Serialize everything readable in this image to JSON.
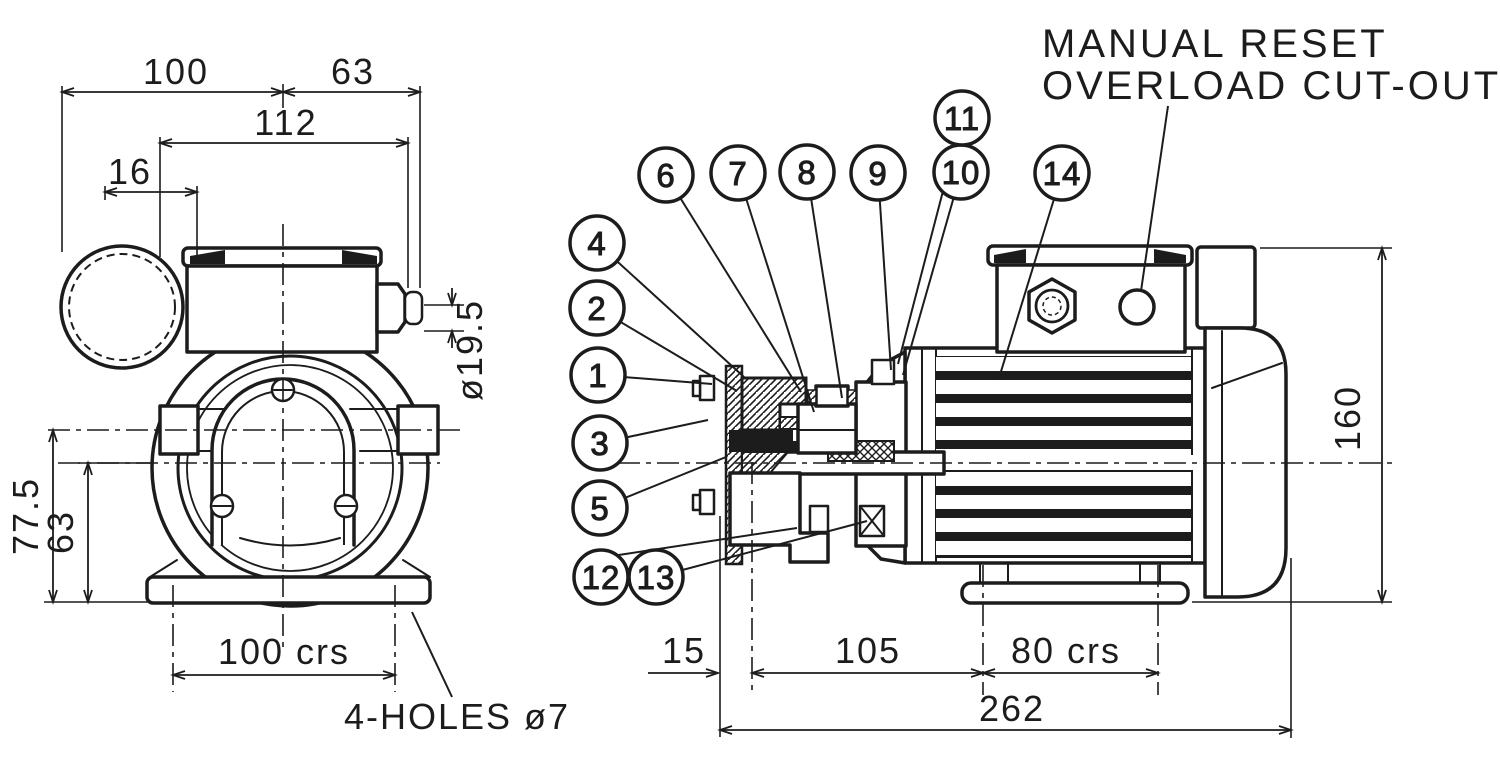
{
  "annotation": {
    "line1": "MANUAL RESET",
    "line2": "OVERLOAD CUT-OUT"
  },
  "front_view": {
    "dim_overhang": "100",
    "dim_box_offset": "63",
    "dim_box_width": "112",
    "dim_lid": "16",
    "dim_gland_dia": "ø19.5",
    "dim_port_height": "77.5",
    "dim_shaft_height": "63",
    "dim_bolt_centres": "100 crs",
    "note_holes": "4-HOLES ø7"
  },
  "side_view": {
    "dim_pump_face": "15",
    "dim_pump_length": "105",
    "dim_foot_centres": "80 crs",
    "dim_overall_length": "262",
    "dim_overall_height": "160",
    "callouts": [
      "1",
      "2",
      "3",
      "4",
      "5",
      "6",
      "7",
      "8",
      "9",
      "10",
      "11",
      "12",
      "13",
      "14"
    ]
  }
}
